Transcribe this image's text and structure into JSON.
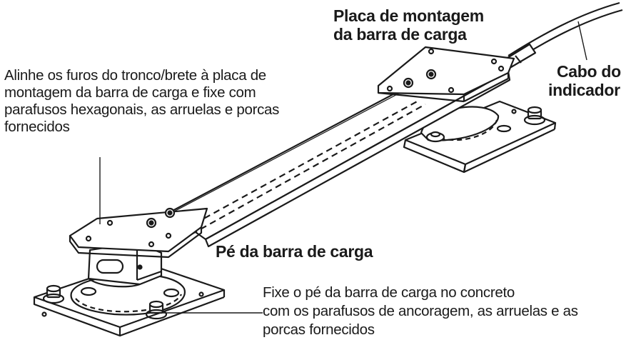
{
  "labels": {
    "mount_plate": [
      "Placa de montagem",
      "da barra de carga"
    ],
    "cable": [
      "Cabo do",
      "indicador"
    ],
    "align": [
      "Alinhe os furos do tronco/brete à placa de",
      "montagem da barra de carga e fixe com",
      "parafusos hexagonais, as arruelas e porcas",
      "fornecidos"
    ],
    "foot": "Pé da barra de carga",
    "fix": [
      "Fixe o pé da barra de carga no concreto",
      "com os parafusos de ancoragem, as arruelas e as",
      "porcas fornecidos"
    ]
  },
  "colors": {
    "line": "#1a1a1a",
    "fill": "#ffffff",
    "shade": "#e6e6e6"
  }
}
